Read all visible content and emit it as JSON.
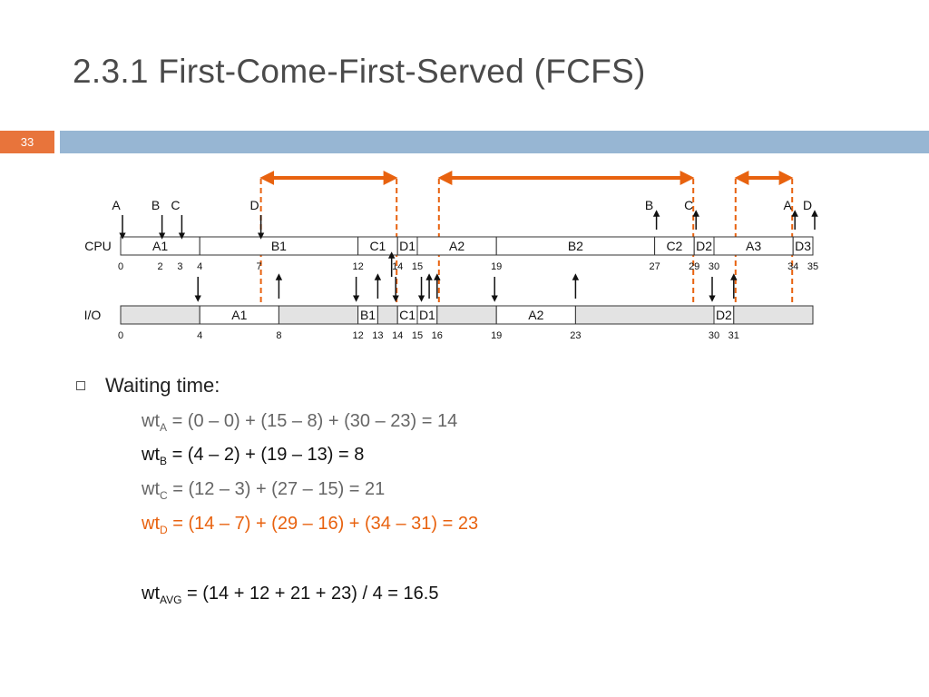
{
  "slide": {
    "title": "2.3.1 First-Come-First-Served (FCFS)",
    "number": "33",
    "colors": {
      "accent": "#e8743b",
      "header_bar": "#97b6d3",
      "text": "#4a4a4a",
      "highlight": "#e8620f"
    }
  },
  "diagram": {
    "cpu_label": "CPU",
    "io_label": "I/O",
    "cpu_segments": [
      {
        "label": "A1",
        "start": 0,
        "end": 4
      },
      {
        "label": "B1",
        "start": 4,
        "end": 12
      },
      {
        "label": "C1",
        "start": 12,
        "end": 14
      },
      {
        "label": "D1",
        "start": 14,
        "end": 15
      },
      {
        "label": "A2",
        "start": 15,
        "end": 19
      },
      {
        "label": "B2",
        "start": 19,
        "end": 27
      },
      {
        "label": "C2",
        "start": 27,
        "end": 29
      },
      {
        "label": "D2",
        "start": 29,
        "end": 30
      },
      {
        "label": "A3",
        "start": 30,
        "end": 34
      },
      {
        "label": "D3",
        "start": 34,
        "end": 35
      }
    ],
    "cpu_ticks": [
      "0",
      "2",
      "3",
      "4",
      "7",
      "12",
      "14",
      "15",
      "19",
      "27",
      "29",
      "30",
      "34",
      "35"
    ],
    "cpu_tick_values": [
      0,
      2,
      3,
      4,
      7,
      12,
      14,
      15,
      19,
      27,
      29,
      30,
      34,
      35
    ],
    "io_segments": [
      {
        "label": "",
        "start": 0,
        "end": 4,
        "idle": true
      },
      {
        "label": "A1",
        "start": 4,
        "end": 8
      },
      {
        "label": "",
        "start": 8,
        "end": 12,
        "idle": true
      },
      {
        "label": "B1",
        "start": 12,
        "end": 13
      },
      {
        "label": "",
        "start": 13,
        "end": 14,
        "idle": true
      },
      {
        "label": "C1",
        "start": 14,
        "end": 15
      },
      {
        "label": "D1",
        "start": 15,
        "end": 16
      },
      {
        "label": "",
        "start": 16,
        "end": 19,
        "idle": true
      },
      {
        "label": "A2",
        "start": 19,
        "end": 23
      },
      {
        "label": "",
        "start": 23,
        "end": 30,
        "idle": true
      },
      {
        "label": "D2",
        "start": 30,
        "end": 31
      },
      {
        "label": "",
        "start": 31,
        "end": 35,
        "idle": true
      }
    ],
    "io_ticks": [
      "0",
      "4",
      "8",
      "12",
      "13",
      "14",
      "15",
      "16",
      "19",
      "23",
      "30",
      "31"
    ],
    "io_tick_values": [
      0,
      4,
      8,
      12,
      13,
      14,
      15,
      16,
      19,
      23,
      30,
      31
    ],
    "arrivals_top": [
      {
        "label": "A",
        "t": 0
      },
      {
        "label": "B",
        "t": 2
      },
      {
        "label": "C",
        "t": 3
      },
      {
        "label": "D",
        "t": 7
      }
    ],
    "departures_top": [
      {
        "label": "B",
        "t": 27
      },
      {
        "label": "C",
        "t": 29
      },
      {
        "label": "A",
        "t": 34
      },
      {
        "label": "D",
        "t": 35
      }
    ],
    "mid_arrows_down": [
      4,
      12,
      14,
      15.3,
      19,
      30
    ],
    "mid_arrows_up": [
      8,
      13,
      15.6,
      16,
      23,
      31
    ],
    "cpu_inner_up": [
      13.7
    ],
    "wait_spans": [
      {
        "start": 7,
        "end": 14
      },
      {
        "start": 16,
        "end": 29
      },
      {
        "start": 31,
        "end": 34
      }
    ]
  },
  "waiting": {
    "title": "Waiting time:",
    "lines": [
      {
        "prefix": "wt",
        "sub": "A",
        "expr": " = (0 – 0) + (15 – 8) + (30 – 23) = 14",
        "color": "#666666"
      },
      {
        "prefix": "wt",
        "sub": "B",
        "expr": " = (4 – 2) + (19 – 13) = 8",
        "color": "#111111"
      },
      {
        "prefix": "wt",
        "sub": "C",
        "expr": " = (12 – 3) + (27 – 15) = 21",
        "color": "#666666"
      },
      {
        "prefix": "wt",
        "sub": "D",
        "expr": " = (14 – 7) + (29 – 16) + (34 – 31) = 23",
        "color": "#e8620f"
      }
    ],
    "avg": {
      "prefix": "wt",
      "sub": "AVG",
      "expr": " = (14 + 12 + 21 + 23) / 4 = 16.5",
      "color": "#111111"
    }
  }
}
